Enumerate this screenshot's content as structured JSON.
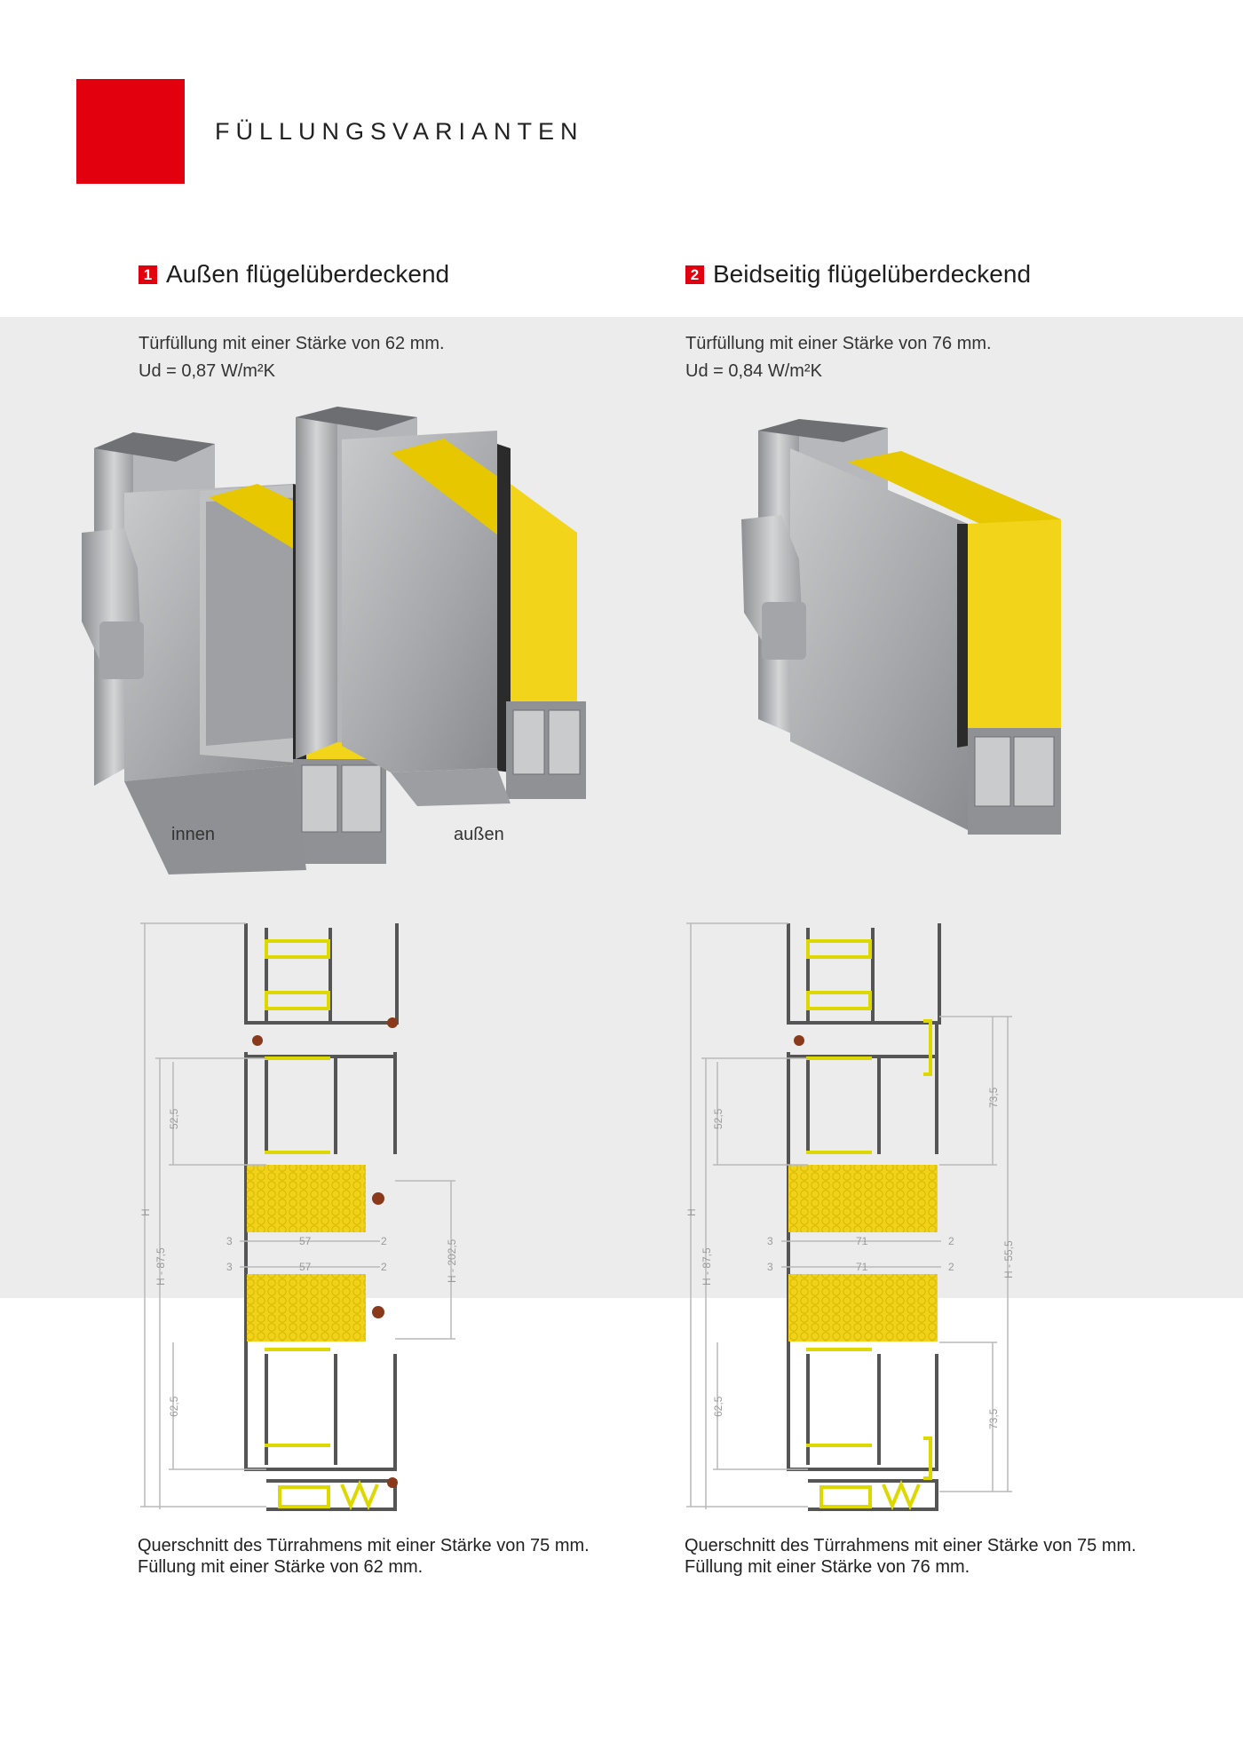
{
  "header": {
    "title": "FÜLLUNGSVARIANTEN"
  },
  "colors": {
    "brand_red": "#e2000f",
    "insulation_yellow": "#f2d51b",
    "aluminium": "#a9abad",
    "band_gray": "#ececec"
  },
  "variants": [
    {
      "number": "1",
      "heading": "Außen flügelüberdeckend",
      "description": [
        "Türfüllung mit einer Stärke von 62 mm.",
        "Ud = 0,87 W/m²K"
      ],
      "render_labels": {
        "inside": "innen",
        "outside": "außen"
      },
      "dimensions": {
        "overall": "H",
        "sash": "H - 87,5",
        "leaf": "H - 202,5",
        "top": "52,5",
        "bottom": "62,5",
        "left_gap": "3",
        "infill": "57",
        "right_gap": "2"
      },
      "caption": [
        "Querschnitt des Türrahmens mit einer Stärke von 75 mm.",
        "Füllung mit einer Stärke von 62 mm."
      ]
    },
    {
      "number": "2",
      "heading": "Beidseitig flügelüberdeckend",
      "description": [
        "Türfüllung mit einer Stärke von 76 mm.",
        "Ud = 0,84 W/m²K"
      ],
      "dimensions": {
        "overall": "H",
        "sash": "H - 87,5",
        "leaf": "H - 55,5",
        "top": "52,5",
        "bottom": "62,5",
        "cover_top": "73,5",
        "cover_bottom": "73,5",
        "left_gap": "3",
        "infill": "71",
        "right_gap": "2"
      },
      "caption": [
        "Querschnitt des Türrahmens mit einer Stärke von 75 mm.",
        "Füllung mit einer Stärke von 76 mm."
      ]
    }
  ]
}
